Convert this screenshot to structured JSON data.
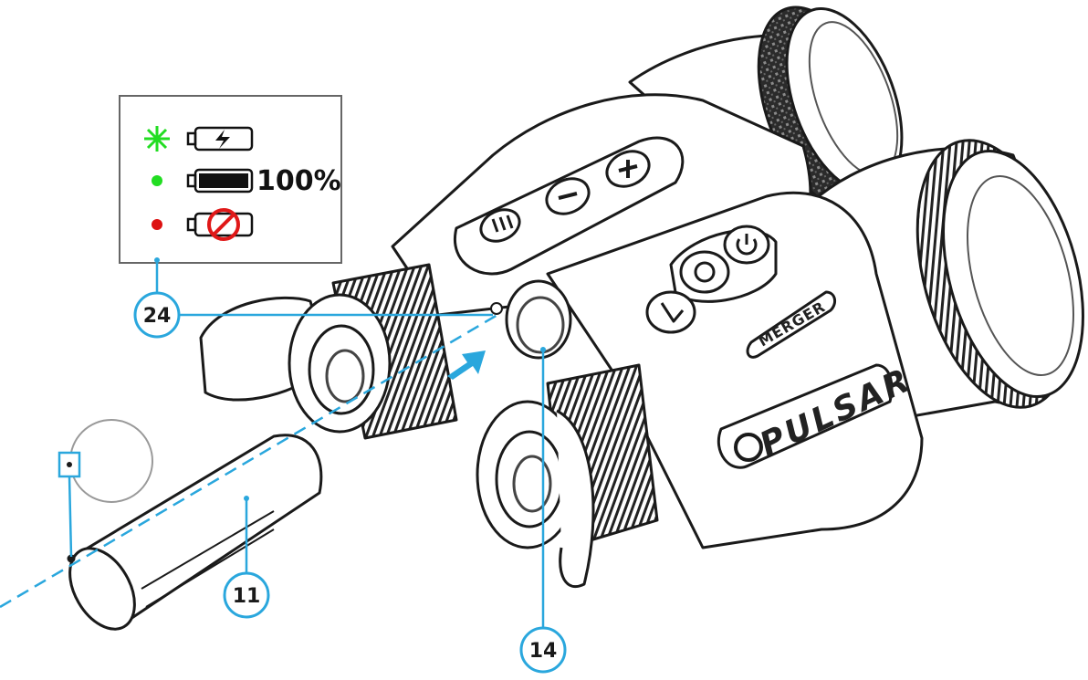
{
  "legend": {
    "rows": [
      {
        "indicator": "green-star",
        "icon": "battery-charging-icon",
        "label": ""
      },
      {
        "indicator": "green-dot",
        "icon": "battery-full-icon",
        "label": "100%"
      },
      {
        "indicator": "red-dot",
        "icon": "battery-missing-icon",
        "label": ""
      }
    ],
    "colors": {
      "green": "#22dd22",
      "red": "#dd1111",
      "no_sign": "#e01818",
      "accent": "#2aa7dd"
    }
  },
  "callouts": {
    "indicator": "24",
    "battery": "11",
    "compartment": "14"
  },
  "device": {
    "brand": "PULSAR",
    "model": "MERGER"
  }
}
